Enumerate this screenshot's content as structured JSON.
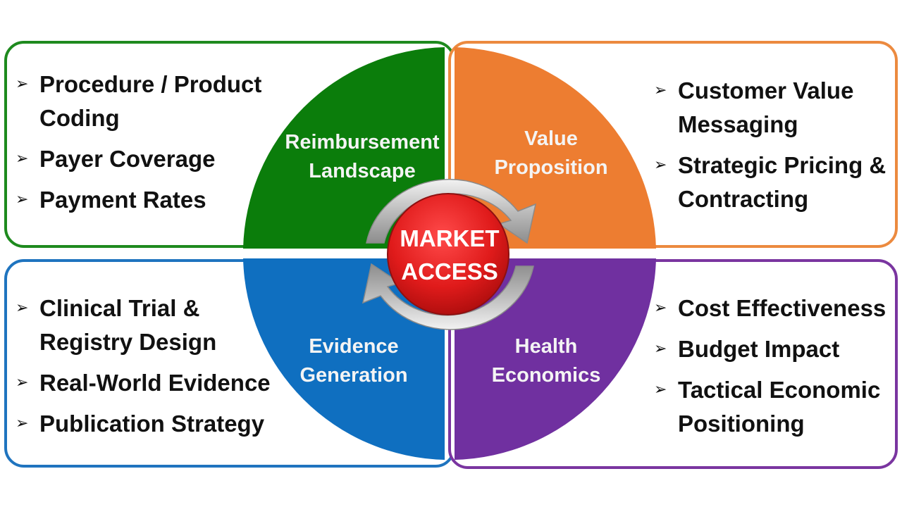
{
  "center": {
    "line1": "MARKET",
    "line2": "ACCESS"
  },
  "bullet_marker": "➢",
  "quadrants": {
    "top_left": {
      "label_line1": "Reimbursement",
      "label_line2": "Landscape",
      "color": "#0b7d0b",
      "items": [
        "Procedure / Product Coding",
        "Payer Coverage",
        "Payment Rates"
      ]
    },
    "top_right": {
      "label_line1": "Value",
      "label_line2": "Proposition",
      "color": "#ed7d31",
      "items": [
        "Customer Value Messaging",
        "Strategic Pricing & Contracting"
      ]
    },
    "bottom_left": {
      "label_line1": "Evidence",
      "label_line2": "Generation",
      "color": "#0f6fc0",
      "items": [
        "Clinical Trial & Registry Design",
        "Real-World Evidence",
        "Publication Strategy"
      ]
    },
    "bottom_right": {
      "label_line1": "Health",
      "label_line2": "Economics",
      "color": "#7030a0",
      "items": [
        "Cost Effectiveness",
        "Budget Impact",
        "Tactical Economic Positioning"
      ]
    }
  },
  "panel_border_colors": {
    "top_left": "#1e8a1e",
    "top_right": "#ec8a3f",
    "bottom_left": "#1f74bf",
    "bottom_right": "#7a35a0"
  },
  "center_color": "#e01b1b"
}
